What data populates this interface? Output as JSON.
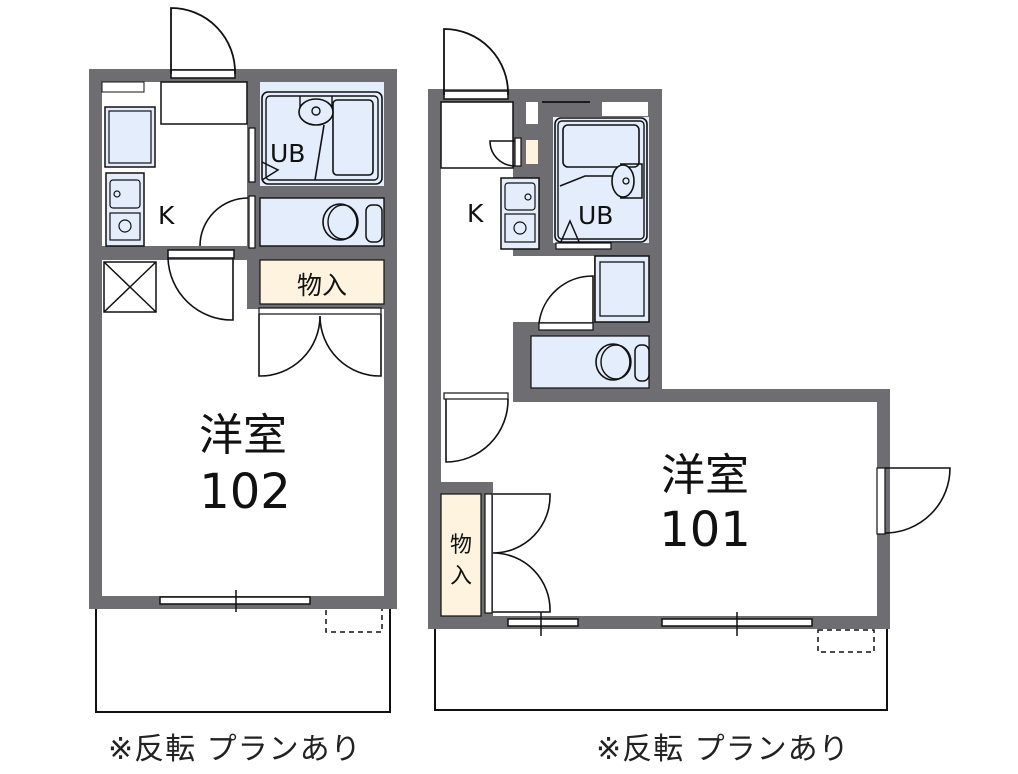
{
  "colors": {
    "wall": "#6e6e72",
    "wet_area": "#e4edfb",
    "storage": "#fdf3df",
    "line": "#111111",
    "background": "#ffffff"
  },
  "units": [
    {
      "id": "102",
      "room_label": "洋室",
      "room_number": "102",
      "kitchen_label": "K",
      "bath_label": "UB",
      "storage_label": "物入",
      "note": "※反転 プランあり"
    },
    {
      "id": "101",
      "room_label": "洋室",
      "room_number": "101",
      "kitchen_label": "K",
      "bath_label": "UB",
      "storage_label_top": "物",
      "storage_label_bottom": "入",
      "note": "※反転 プランあり"
    }
  ]
}
